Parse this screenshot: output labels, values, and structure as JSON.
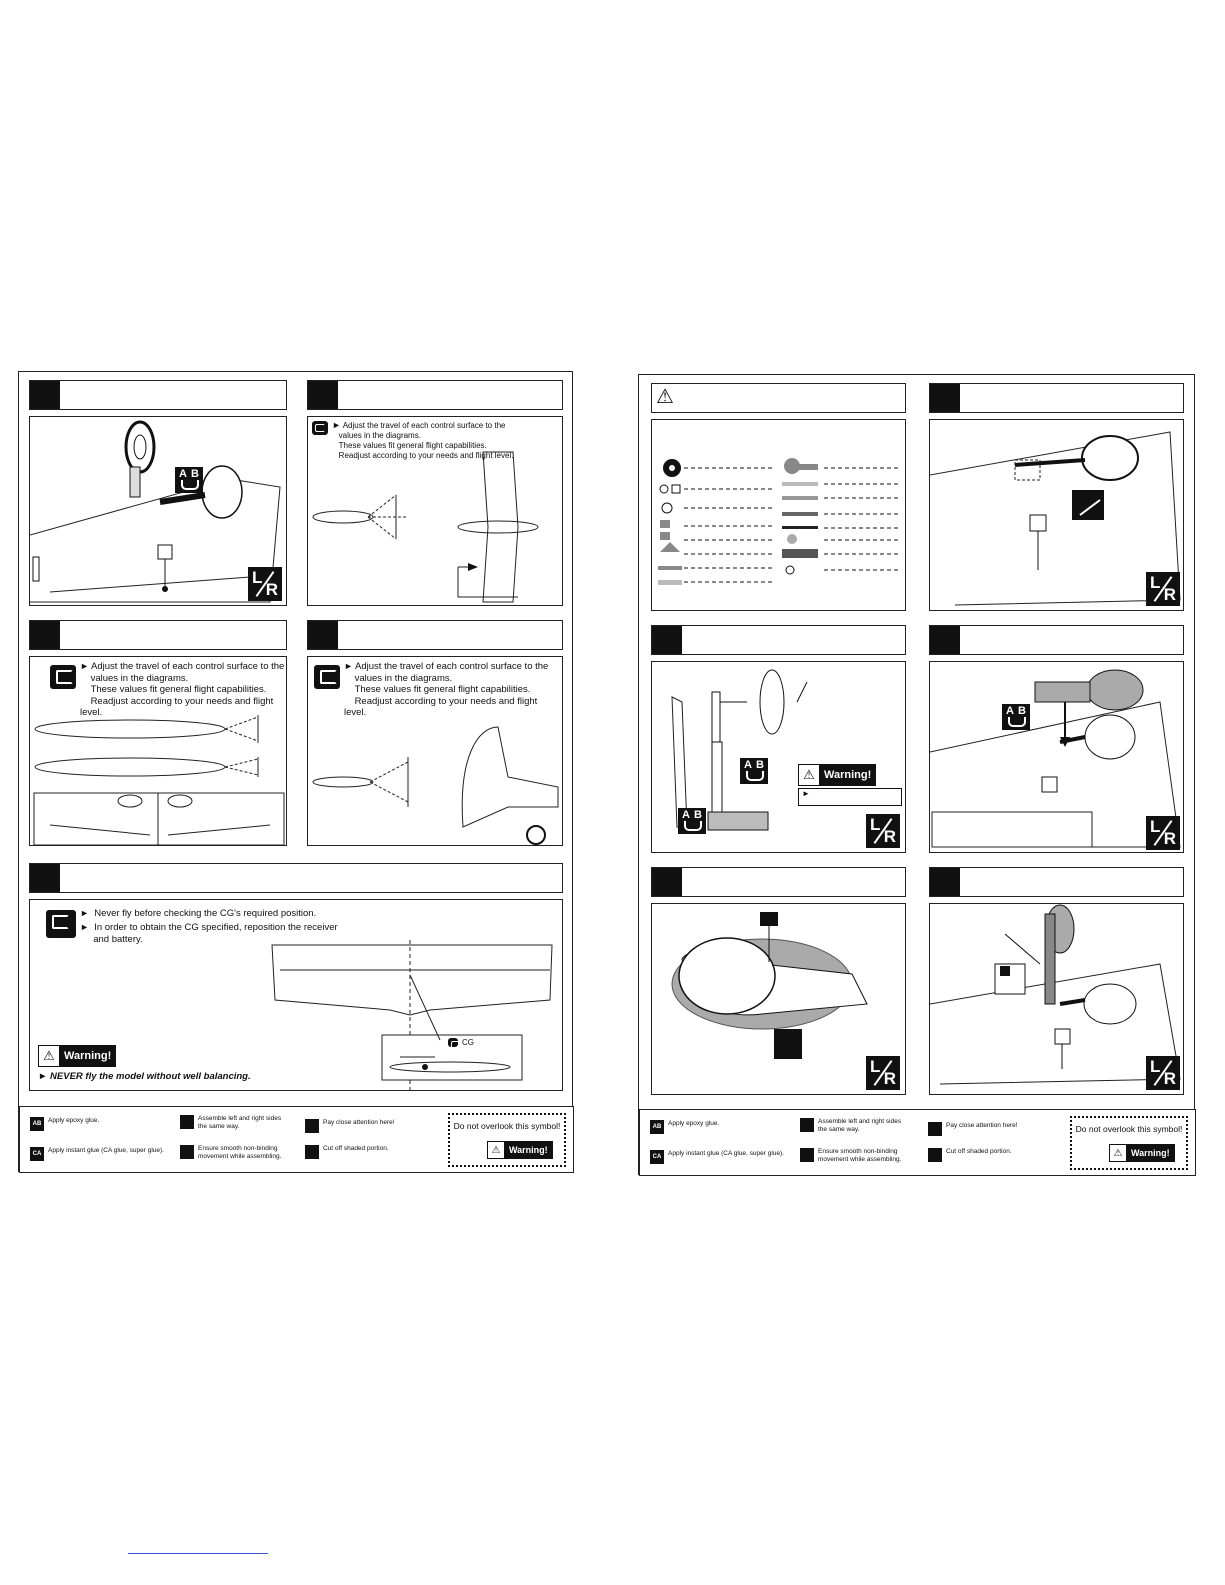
{
  "notes": {
    "control_surface": [
      "Adjust the travel of each control surface to the",
      "values in the diagrams.",
      "These values fit general flight capabilities.",
      "Readjust according to your needs and flight level."
    ],
    "cg_1": "Never fly before checking the CG's required position.",
    "cg_2": [
      "In order to obtain the CG specified, reposition the receiver",
      "and battery."
    ],
    "cg_label": "CG",
    "cg_warning": "► NEVER fly the model without well balancing.",
    "warning_label": "Warning!",
    "warning_triangle": "⚠"
  },
  "markers": {
    "pointer": "►",
    "ab_a": "A",
    "ab_b": "B",
    "lr_l": "L",
    "lr_r": "R"
  },
  "legend": {
    "epoxy": "Apply epoxy glue.",
    "instant": "Apply instant glue (CA glue, super glue).",
    "lr": [
      "Assemble left and right sides",
      "the same way."
    ],
    "smooth": [
      "Ensure smooth non-binding",
      "movement while assembling."
    ],
    "attention": "Pay close attention here!",
    "cut": "Cut off shaded portion.",
    "do_not_overlook": "Do not overlook this symbol!",
    "icon_ab": "AB",
    "icon_ca": "CA"
  },
  "colors": {
    "ink": "#111111",
    "link": "#3b5bdb"
  },
  "icons": [
    "hand-pointer-icon",
    "lr-symbol-icon",
    "ab-epoxy-icon",
    "warning-triangle-icon",
    "cut-icon",
    "smooth-icon",
    "ca-icon"
  ]
}
